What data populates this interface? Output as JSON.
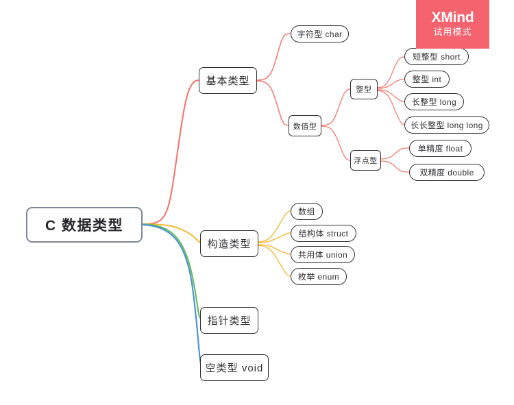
{
  "app": {
    "watermark": {
      "brand": "XMind",
      "subtitle": "试用模式",
      "color": "#f4636e"
    }
  },
  "mindmap": {
    "root": {
      "label": "C 数据类型",
      "color": "#7c8798"
    },
    "branches": [
      {
        "label": "基本类型",
        "color": "#f4756b",
        "children": [
          {
            "label": "字符型 char",
            "children": []
          },
          {
            "label": "数值型",
            "children": [
              {
                "label": "整型",
                "children": [
                  {
                    "label": "短整型 short"
                  },
                  {
                    "label": "整型 int"
                  },
                  {
                    "label": "长整型 long"
                  },
                  {
                    "label": "长长整型 long long"
                  }
                ]
              },
              {
                "label": "浮点型",
                "children": [
                  {
                    "label": "单精度 float"
                  },
                  {
                    "label": "双精度 double"
                  }
                ]
              }
            ]
          }
        ]
      },
      {
        "label": "构造类型",
        "color": "#f5b936",
        "children": [
          {
            "label": "数组"
          },
          {
            "label": "结构体 struct"
          },
          {
            "label": "共用体 union"
          },
          {
            "label": "枚举 enum"
          }
        ]
      },
      {
        "label": "指针类型",
        "color": "#63bc5d",
        "children": []
      },
      {
        "label": "空类型 void",
        "color": "#4a8ed6",
        "children": []
      }
    ]
  }
}
